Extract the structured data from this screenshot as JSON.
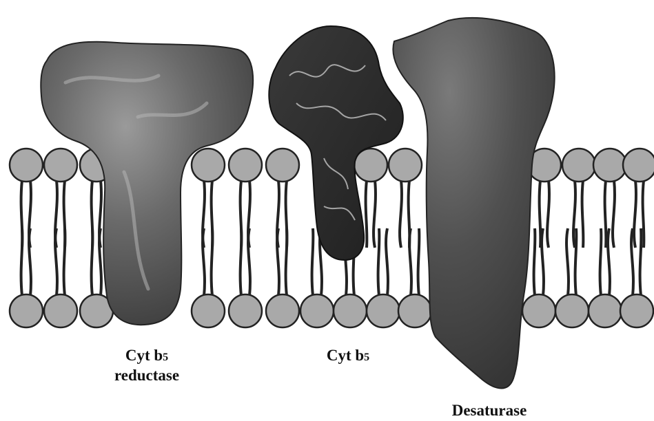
{
  "labels": {
    "reductase_line1_main": "Cyt b",
    "reductase_line1_sub": "5",
    "reductase_line2": "reductase",
    "cytb5_main": "Cyt b",
    "cytb5_sub": "5",
    "desaturase": "Desaturase"
  },
  "colors": {
    "lipid_head": "#a9a9a9",
    "lipid_outline": "#222222",
    "reductase_fill": "#5e5e5e",
    "cytb5_fill": "#2e2e2e",
    "desaturase_fill": "#4e4e4e"
  }
}
